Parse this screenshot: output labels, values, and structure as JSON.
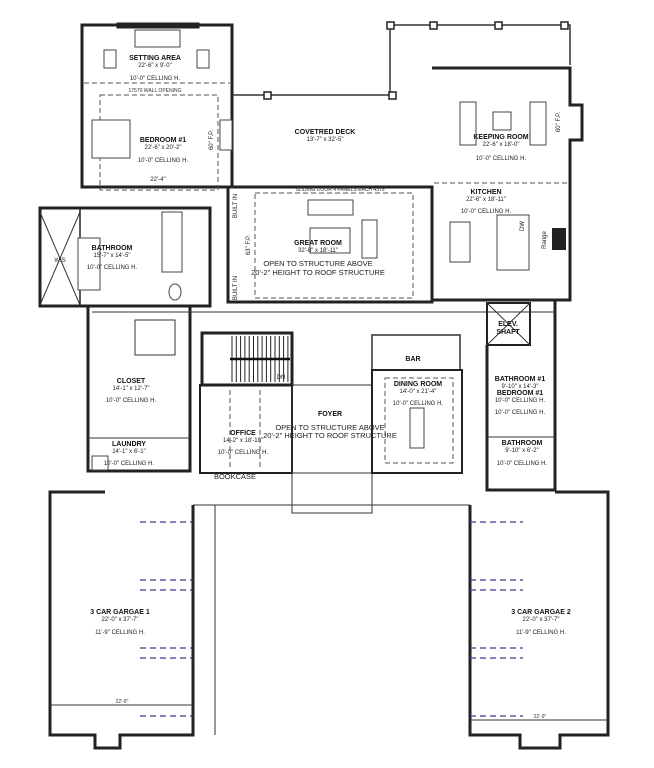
{
  "plan": {
    "rooms": {
      "setting_area": {
        "name": "SETTING AREA",
        "size": "22'-6\" x 9'-0\"",
        "ceiling": "10'-0\" CELLING H."
      },
      "bedroom1": {
        "name": "BEDROOM #1",
        "size": "22'-6\" x 20'-2\"",
        "ceiling": "10'-0\" CELLING H."
      },
      "deck": {
        "name": "COVETRED DECK",
        "size": "13'-7\" x 32'-5\""
      },
      "keeping": {
        "name": "KEEPING ROOM",
        "size": "22'-6\" x 18'-0\"",
        "ceiling": "10'-0\" CELLING H."
      },
      "kitchen": {
        "name": "KITCHEN",
        "size": "22'-6\" x 18'-11\"",
        "ceiling": "10'-0\" CELLING H."
      },
      "great": {
        "name": "GREAT ROOM",
        "size": "32'-8\" x 18'-11\"",
        "note1": "OPEN TO STRUCTURE ABOVE",
        "note2": "20'-2\" HEIGHT TO ROOF STRUCTURE"
      },
      "bathroom_master": {
        "name": "BATHROOM",
        "size": "15'-7\" x 14'-5\"",
        "ceiling": "10'-0\" CELLING H."
      },
      "wic": {
        "name": "WIS"
      },
      "closet": {
        "name": "CLOSET",
        "size": "14'-1\" x 12'-7\"",
        "ceiling": "10'-0\" CELLING H."
      },
      "laundry": {
        "name": "LAUNDRY",
        "size": "14'-1\" x 6'-1\"",
        "ceiling": "10'-0\" CELLING H."
      },
      "office": {
        "name": "OFFICE",
        "size": "14'-2\" x 18'-10\"",
        "ceiling": "10'-0\" CELLING H."
      },
      "foyer": {
        "name": "FOYER",
        "note1": "OPEN TO STRUCTURE ABOVE",
        "note2": "20'-2\" HEIGHT TO ROOF STRUCTURE"
      },
      "bar": {
        "name": "BAR"
      },
      "dining": {
        "name": "DINING ROOM",
        "size": "14'-0\" x 21'-4\"",
        "ceiling": "10'-0\" CELLING H."
      },
      "elev": {
        "name1": "ELEV.",
        "name2": "SHAFT"
      },
      "bath1": {
        "name": "BATHROOM #1",
        "size": "9'-10\" x 14'-3\"",
        "name2": "BEDROOM #1",
        "ceiling1": "10'-0\" CELLING H.",
        "ceiling2": "10'-0\" CELLING H."
      },
      "bath2": {
        "name": "BATHROOM",
        "size": "9'-10\" x 6'-2\"",
        "ceiling": "10'-0\" CELLING H."
      },
      "garage1": {
        "name": "3 CAR GARGAE 1",
        "size": "22'-0\" x 37'-7\"",
        "ceiling": "11'-9\" CELLING H."
      },
      "garage2": {
        "name": "3 CAR GARGAE 2",
        "size": "22'-0\" x 37'-7\"",
        "ceiling": "11'-9\" CELLING H."
      }
    },
    "labels": {
      "bookcase": "BOOKCASE",
      "built_in": "BUILT IN",
      "range": "Range",
      "dw": "DW",
      "fp1": "60\" F.P.",
      "fp2": "63\" F.P.",
      "wall_opening": "17570 WALL OPENING",
      "sliding_door": "SLIDING DOOR 4 PANELS EACH 4375",
      "dn": "DN",
      "dim_22_9": "22'-9\"",
      "dim_22_4": "22'-4\""
    }
  }
}
